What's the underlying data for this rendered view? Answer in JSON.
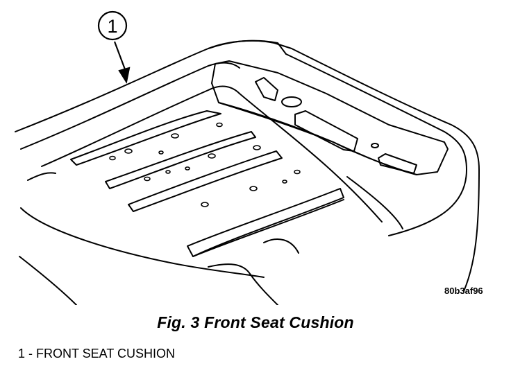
{
  "figure": {
    "callout": "1",
    "image_code": "80b3af96",
    "caption": "Fig. 3 Front Seat Cushion",
    "legend": [
      {
        "text": "1 - FRONT SEAT CUSHION"
      }
    ]
  }
}
